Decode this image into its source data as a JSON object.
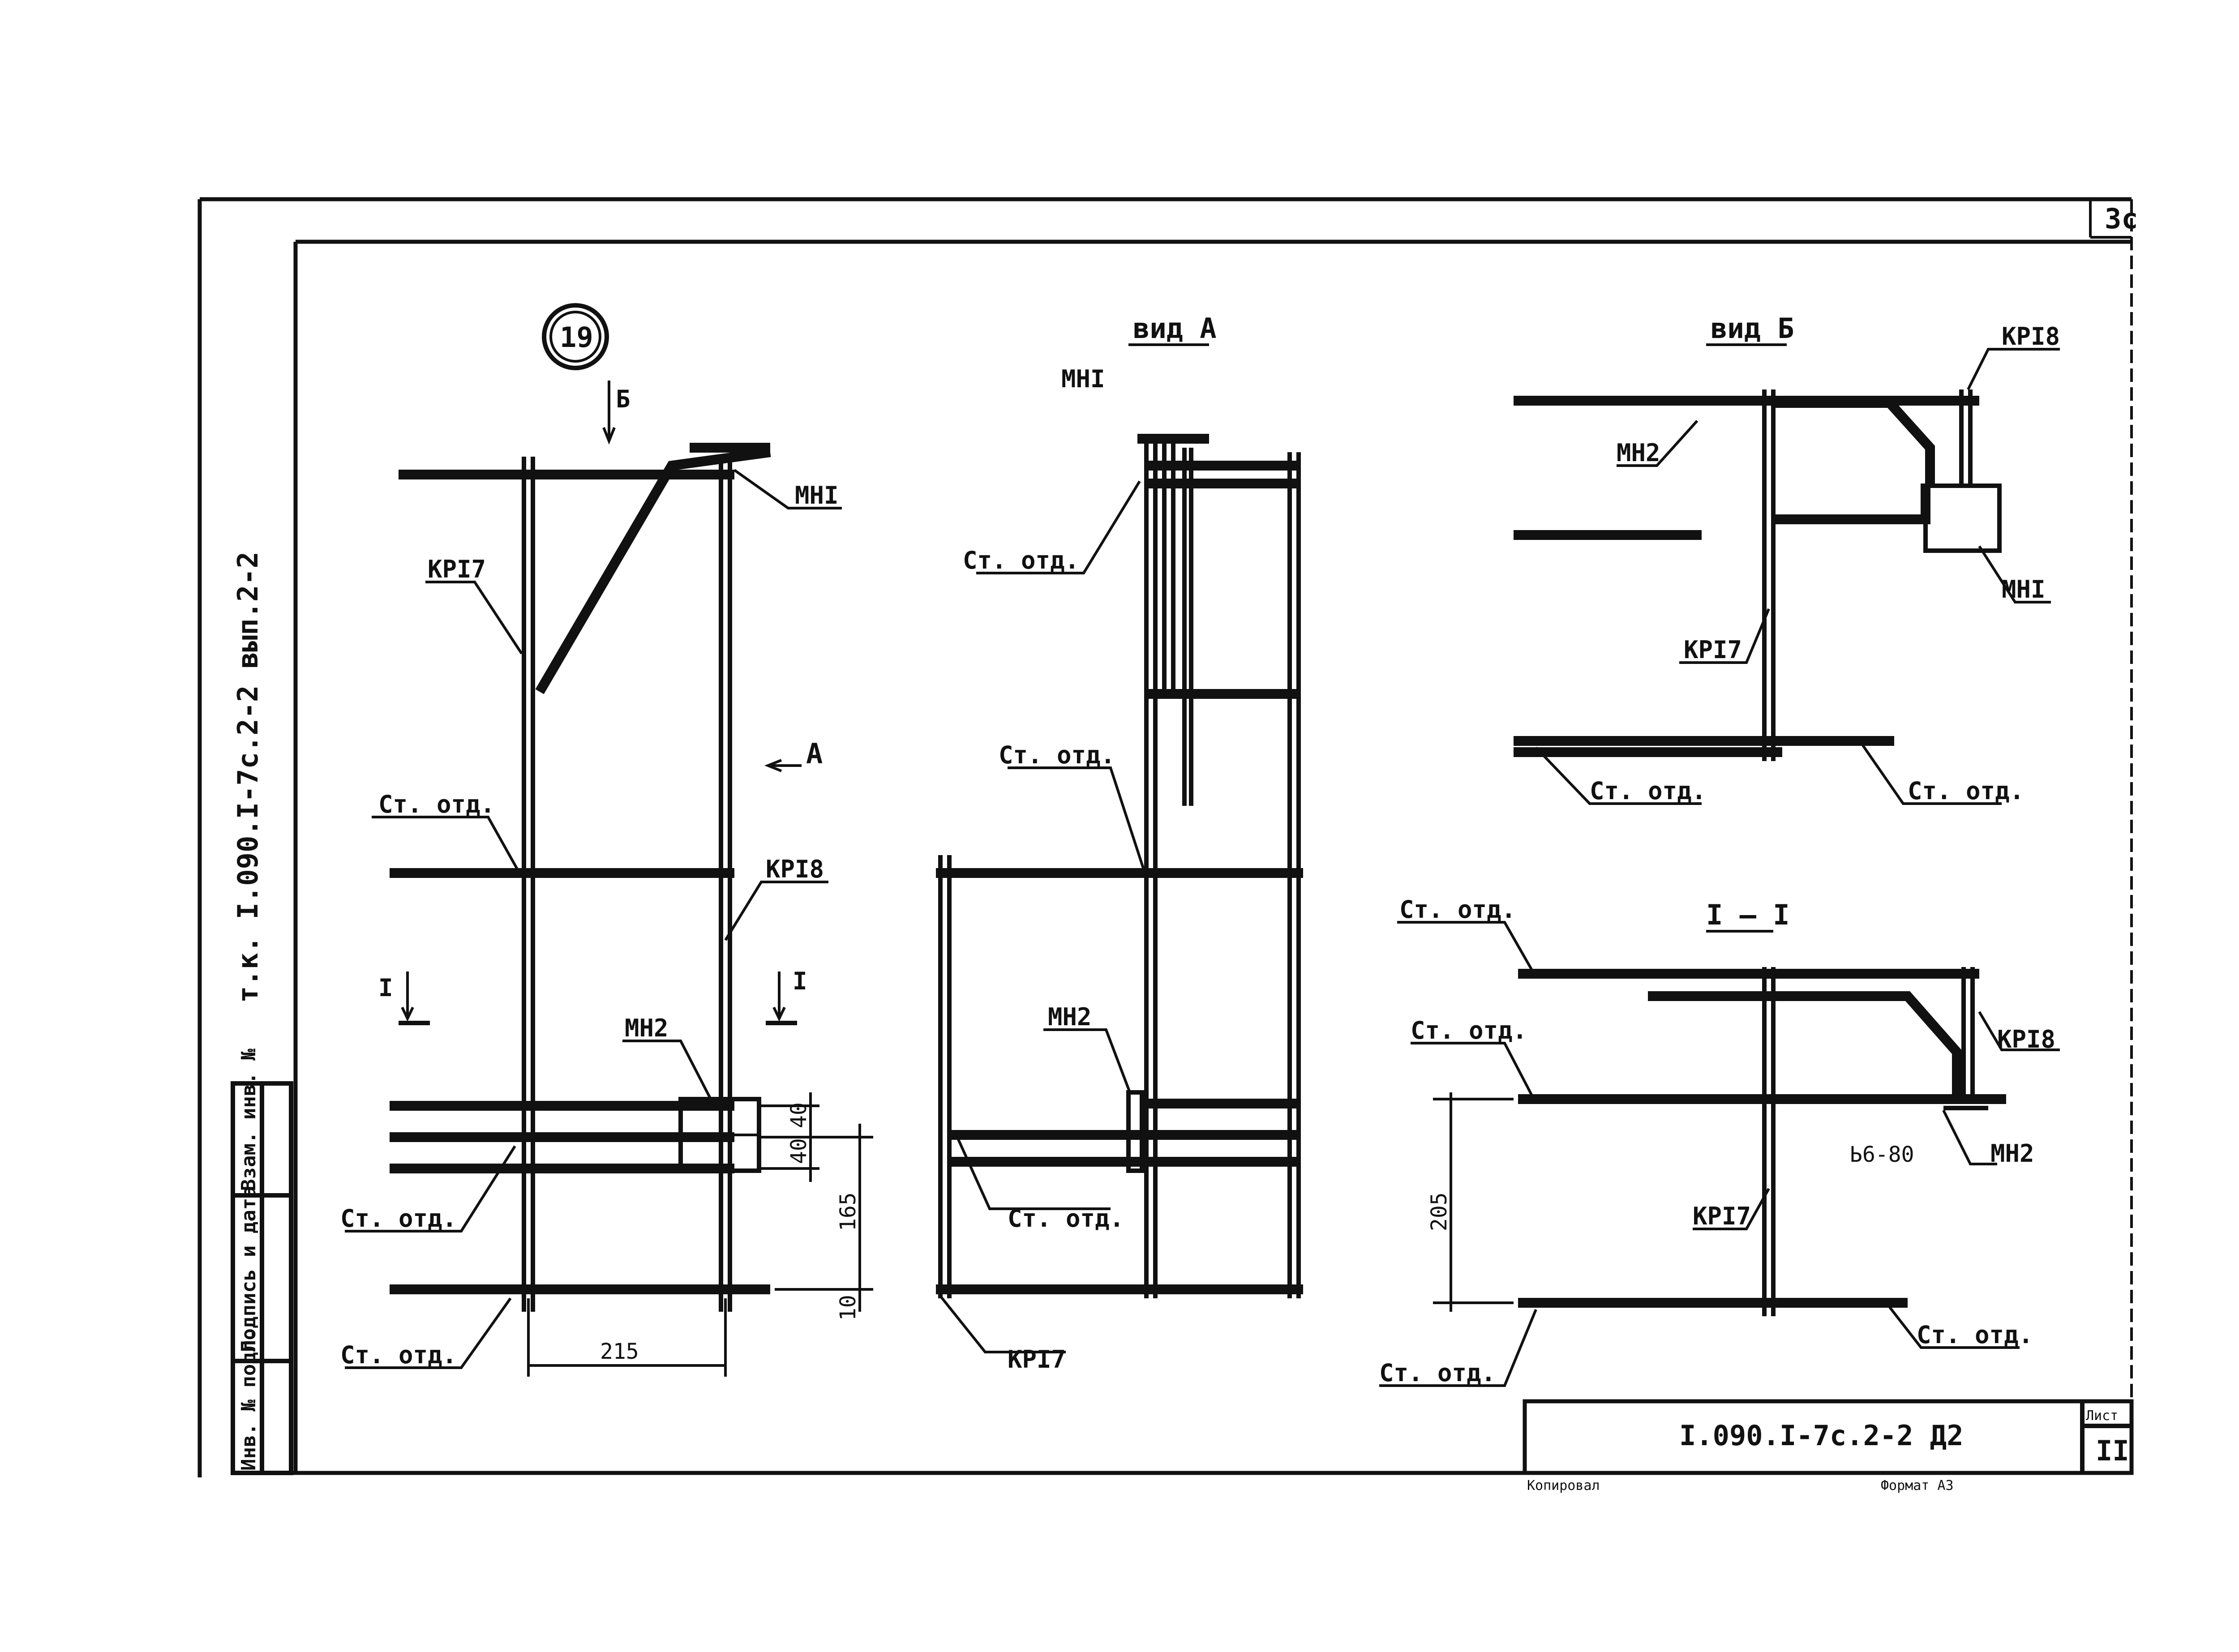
{
  "sheet": {
    "detail_number": "19",
    "corner_mark": "3с",
    "designation": "I.090.I-7с.2-2 Д2",
    "sheet_label": "Лист",
    "sheet_number": "II",
    "copied_label": "Копировал",
    "format_label": "Формат А3",
    "side_code": "т.к. I.090.I-7с.2-2 вып.2-2",
    "stamp_cols": [
      "Инв. № подл.",
      "Подпись и дата",
      "Взам. инв. №"
    ]
  },
  "views": {
    "main": {
      "marks": [
        "Б",
        "А",
        "I",
        "I"
      ],
      "labels": {
        "mn1": "МНI",
        "kr17": "КРI7",
        "kr18": "КРI8",
        "mn2": "МН2",
        "st1": "Ст. отд.",
        "st2": "Ст. отд.",
        "st3": "Ст. отд."
      },
      "dims": {
        "w": "215",
        "h1": "40",
        "h2": "40",
        "h3": "165",
        "h4": "10"
      }
    },
    "view_a": {
      "title": "вид А",
      "labels": {
        "mn1": "МНI",
        "st1": "Ст. отд.",
        "st2": "Ст. отд.",
        "mn2": "МН2",
        "st3": "Ст. отд.",
        "kr17": "КРI7"
      }
    },
    "view_b": {
      "title": "вид Б",
      "labels": {
        "kr18": "КРI8",
        "mn2": "МН2",
        "mn1": "МНI",
        "kr17": "КРI7",
        "st1": "Ст. отд.",
        "st2": "Ст. отд."
      }
    },
    "section": {
      "title": "I — I",
      "labels": {
        "st1": "Ст. отд.",
        "st2": "Ст. отд.",
        "kr18": "КРI8",
        "weld": "Ь6-80",
        "mn2": "МН2",
        "kr17": "КРI7",
        "st3": "Ст. отд.",
        "st4": "Ст. отд."
      },
      "dims": {
        "h": "205"
      }
    }
  }
}
